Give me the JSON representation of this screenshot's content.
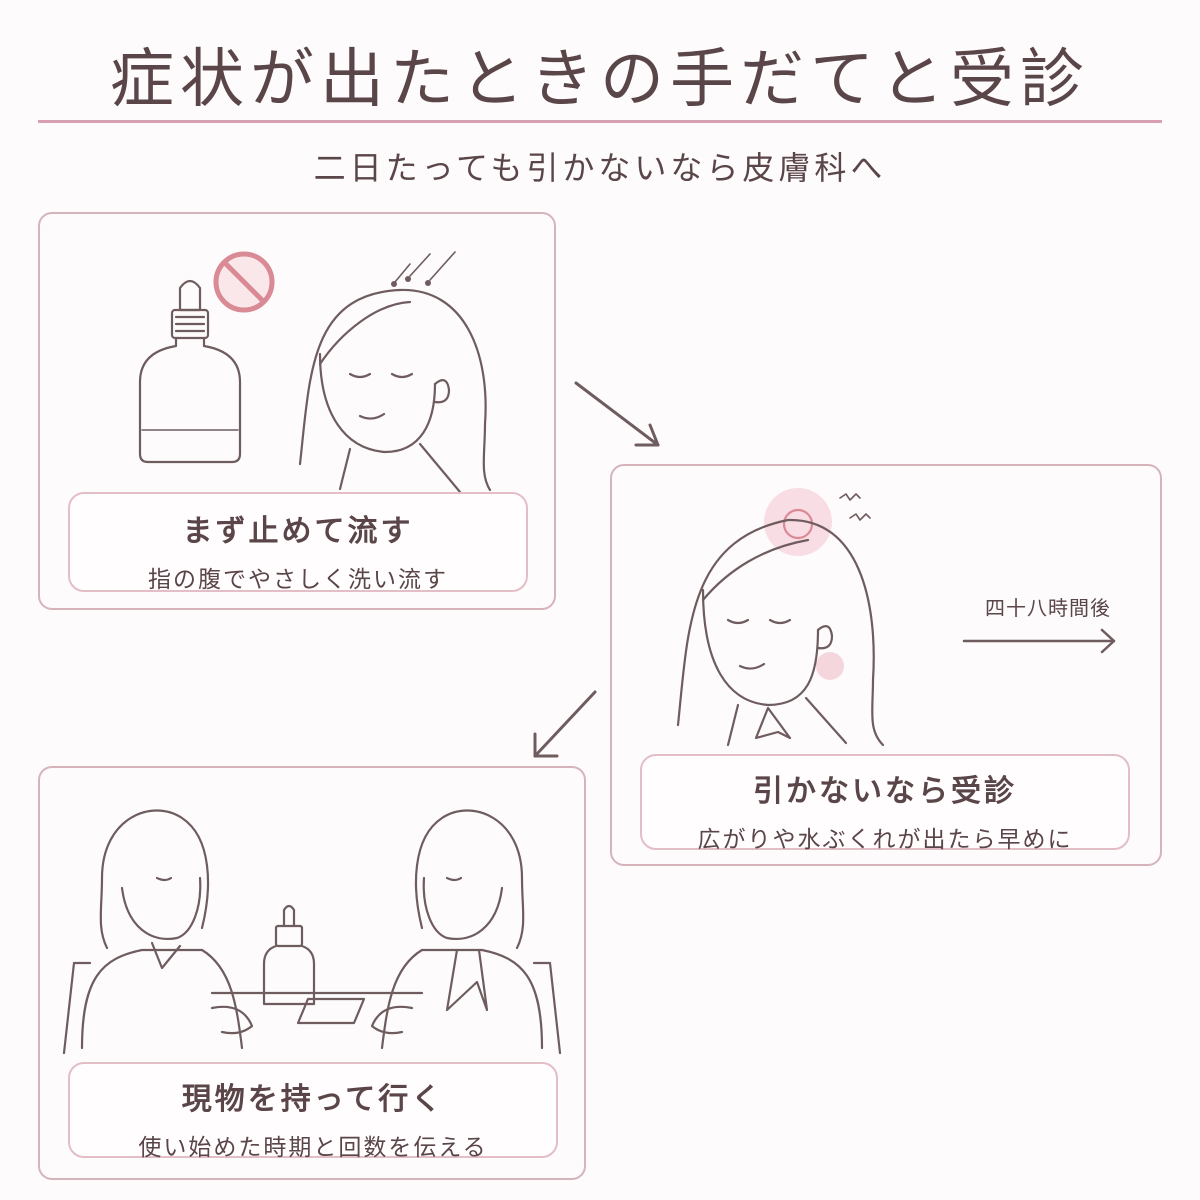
{
  "header": {
    "title": "症状が出たときの手だてと受診",
    "subtitle": "二日たっても引かないなら皮膚科へ"
  },
  "steps": [
    {
      "heading": "まず止めて流す",
      "text": "指の腹でやさしく洗い流す"
    },
    {
      "heading": "引かないなら受診",
      "text": "広がりや水ぶくれが出たら早めに"
    },
    {
      "heading": "現物を持って行く",
      "text": "使い始めた時期と回数を伝える"
    }
  ],
  "arrow_label": "四十八時間後",
  "colors": {
    "accent_pink": "#d7a1b1",
    "panel_border": "#d6b4bb",
    "ink": "#6f5c5f",
    "prohibit_red": "#d98a94"
  },
  "icons": [
    "prohibited-icon",
    "serum-bottle-icon",
    "irritation-spot-icon",
    "arrow-icon"
  ]
}
